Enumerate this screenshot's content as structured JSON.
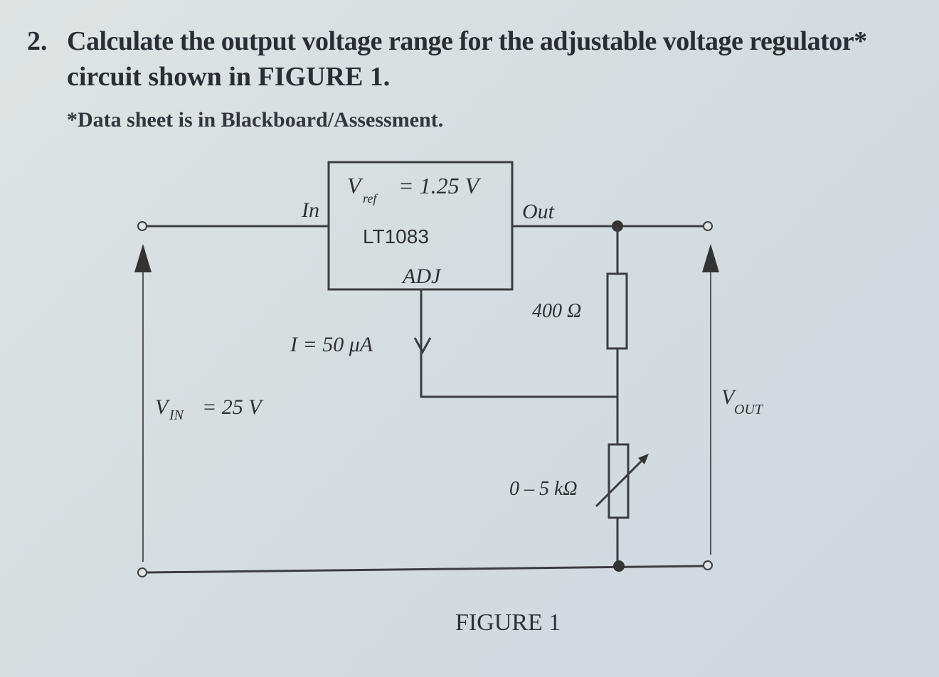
{
  "question": {
    "number": "2.",
    "line1": "Calculate the output voltage range for the adjustable voltage regulator*",
    "line2": "circuit shown in FIGURE 1.",
    "note": "*Data sheet is in Blackboard/Assessment."
  },
  "figure": {
    "caption": "FIGURE 1",
    "regulator": {
      "vref_symbol": "V",
      "vref_sub": "ref",
      "vref_value": "= 1.25 V",
      "part": "LT1083",
      "in_label": "In",
      "out_label": "Out",
      "adj_label": "ADJ"
    },
    "adj_current": "I = 50 μA",
    "r1": "400 Ω",
    "r2": "0 – 5 kΩ",
    "vin_symbol": "V",
    "vin_sub": "IN",
    "vin_value": "= 25 V",
    "vout_symbol": "V",
    "vout_sub": "OUT"
  }
}
